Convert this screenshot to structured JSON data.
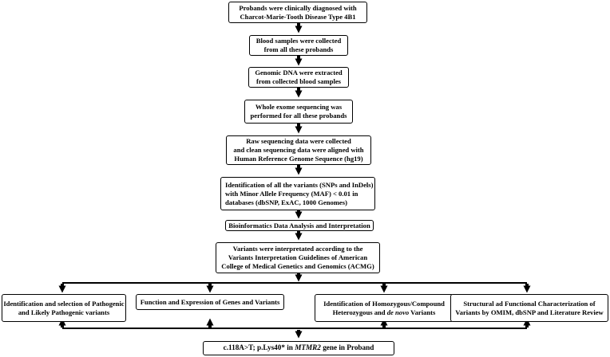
{
  "boxes": {
    "probands": {
      "line1": "Probands were clinically diagnosed with",
      "line2": "Charcot-Marie-Tooth Disease Type 4B1"
    },
    "blood": {
      "line1": "Blood samples were collected",
      "line2": "from all these probands"
    },
    "dna": {
      "line1": "Genomic DNA were extracted",
      "line2": "from collected blood samples"
    },
    "wes": {
      "line1": "Whole exome sequencing was",
      "line2": "performed for all these probands"
    },
    "raw": {
      "line1": "Raw sequencing data were collected",
      "line2": "and clean sequencing data were aligned with",
      "line3": "Human Reference Genome Sequence (hg19)"
    },
    "variants": {
      "line1": "Identification of all the variants (SNPs and InDels)",
      "line2": "with Minor Allele Frequency (MAF) < 0.01 in",
      "line3": "databases (dbSNP, ExAC, 1000 Genomes)"
    },
    "bioinfo": {
      "line1": "Bioinformatics Data Analysis and Interpretation"
    },
    "acmg": {
      "line1": "Variants were interpretated according to the",
      "line2": "Variants Interpretation Guidelines of American",
      "line3": "College of Medical Genetics and Genomics (ACMG)"
    },
    "pathogenic": {
      "line1": "Identification and selection of Pathogenic",
      "line2": "and Likely Pathogenic variants"
    },
    "function": {
      "line1": "Function and Expression of Genes and Variants"
    },
    "homozygous": {
      "line1": "Identification of Homozygous/Compound",
      "line2a": "Heterozygous and ",
      "line2b": "de novo",
      "line2c": " Variants"
    },
    "structural": {
      "line1": "Structural ad Functional Characterization of",
      "line2": "Variants by OMIM, dbSNP and Literature Review"
    },
    "result": {
      "part1": "c.118A>T; p.Lys40* in ",
      "part2": "MTMR2",
      "part3": " gene in Proband"
    }
  }
}
